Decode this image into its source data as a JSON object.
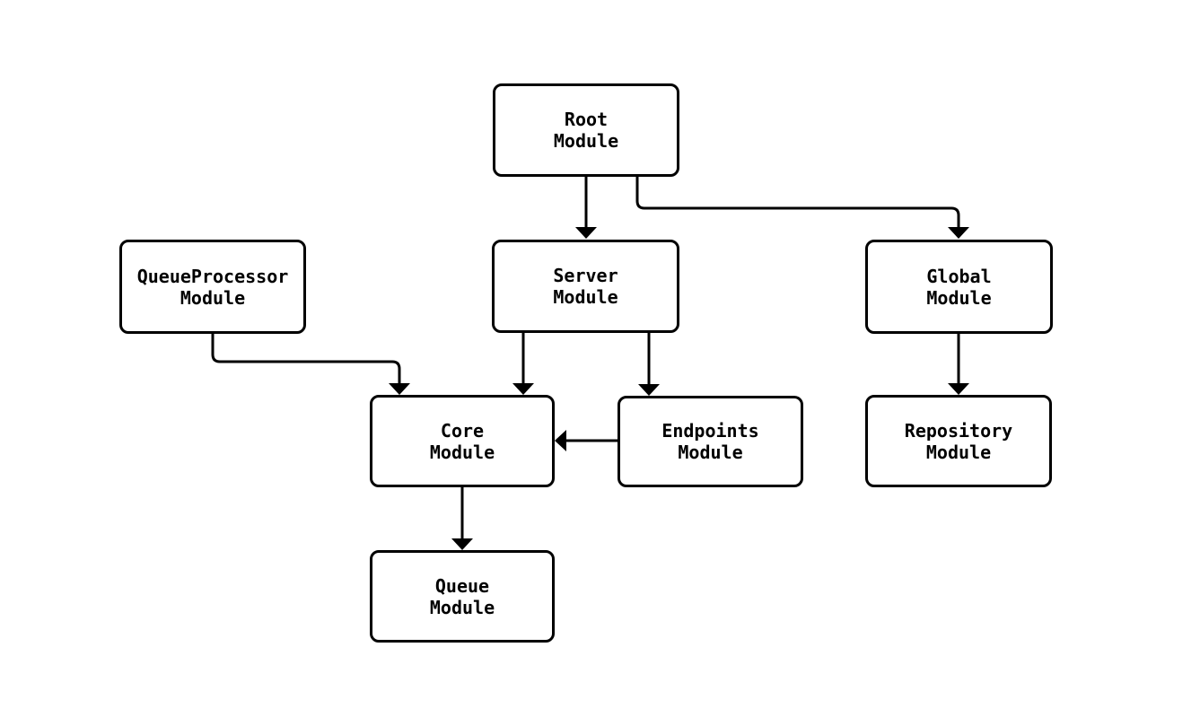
{
  "diagram": {
    "type": "flowchart",
    "direction": "top-down",
    "colors": {
      "background": "#ffffff",
      "node_fill": "#ffffff",
      "node_border": "#000000",
      "edge": "#000000",
      "text": "#000000"
    },
    "nodes": [
      {
        "id": "root",
        "label": "Root\nModule"
      },
      {
        "id": "queueprocessor",
        "label": "QueueProcessor\nModule"
      },
      {
        "id": "server",
        "label": "Server\nModule"
      },
      {
        "id": "global",
        "label": "Global\nModule"
      },
      {
        "id": "core",
        "label": "Core\nModule"
      },
      {
        "id": "endpoints",
        "label": "Endpoints\nModule"
      },
      {
        "id": "repository",
        "label": "Repository\nModule"
      },
      {
        "id": "queue",
        "label": "Queue\nModule"
      }
    ],
    "edges": [
      {
        "from": "root",
        "to": "server"
      },
      {
        "from": "root",
        "to": "global"
      },
      {
        "from": "queueprocessor",
        "to": "core"
      },
      {
        "from": "server",
        "to": "core"
      },
      {
        "from": "server",
        "to": "endpoints"
      },
      {
        "from": "endpoints",
        "to": "core"
      },
      {
        "from": "global",
        "to": "repository"
      },
      {
        "from": "core",
        "to": "queue"
      }
    ]
  }
}
